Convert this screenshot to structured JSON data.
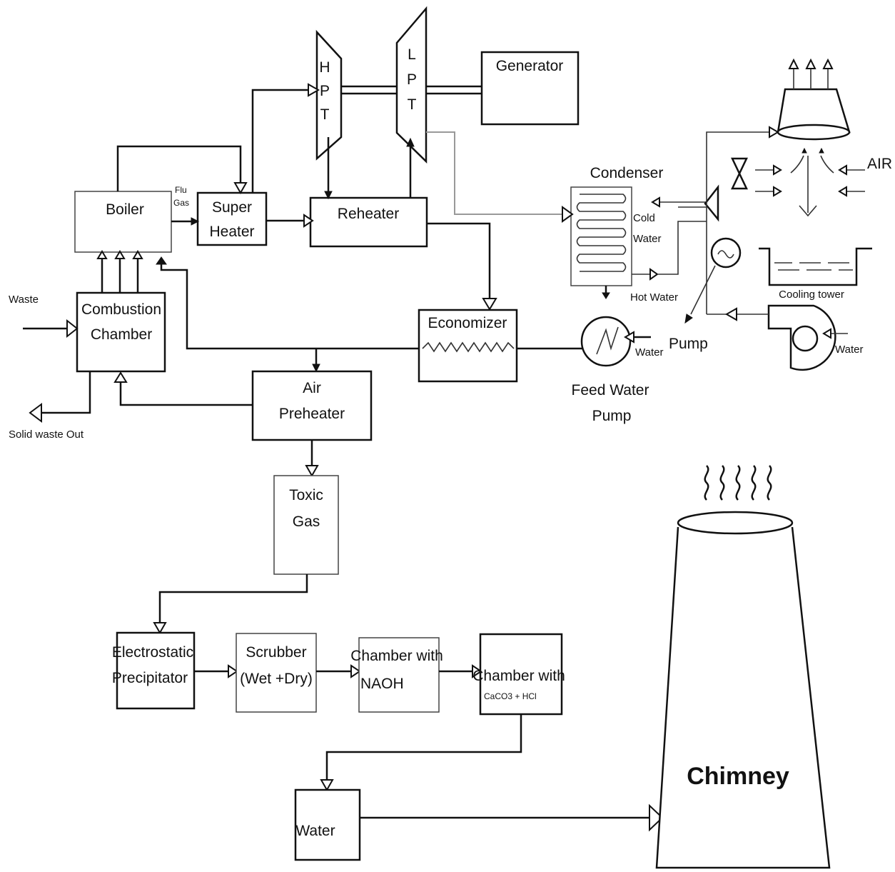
{
  "labels": {
    "generator": "Generator",
    "hpt": [
      "H",
      "P",
      "T"
    ],
    "lpt": [
      "L",
      "P",
      "T"
    ],
    "boiler": "Boiler",
    "flu_gas": [
      "Flu",
      "Gas"
    ],
    "super_heater": [
      "Super",
      "Heater"
    ],
    "reheater": "Reheater",
    "condenser": "Condenser",
    "cold_water": [
      "Cold",
      "Water"
    ],
    "hot_water": "Hot Water",
    "air": "AIR",
    "cooling_tower": "Cooling tower",
    "pump": "Pump",
    "water_right": "Water",
    "waste": "Waste",
    "combustion_chamber": [
      "Combustion",
      "Chamber"
    ],
    "solid_waste_out": "Solid waste Out",
    "economizer": "Economizer",
    "water_feed": "Water",
    "feed_water_pump": [
      "Feed Water",
      "Pump"
    ],
    "air_preheater": [
      "Air",
      "Preheater"
    ],
    "toxic_gas": [
      "Toxic",
      "Gas"
    ],
    "electrostatic_precipitator": [
      "Electrostatic",
      "Precipitator"
    ],
    "scrubber": [
      "Scrubber",
      "(Wet +Dry)"
    ],
    "chamber_naoh": [
      "Chamber with",
      "NAOH"
    ],
    "chamber_cacl": [
      "Chamber with",
      "CaCO3 + HCl"
    ],
    "water_bottom": "Water",
    "chimney": "Chimney"
  }
}
